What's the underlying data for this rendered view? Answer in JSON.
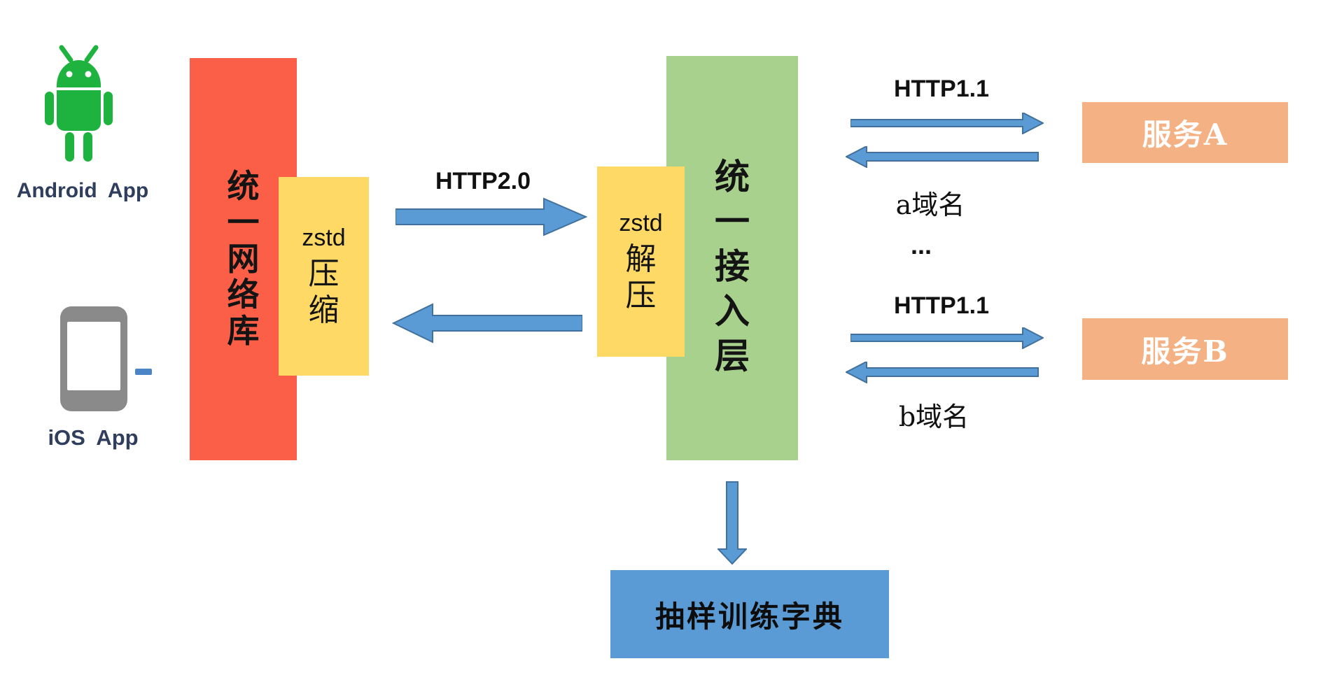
{
  "clients": {
    "android": {
      "label": "Android App"
    },
    "ios": {
      "label": "iOS App"
    }
  },
  "boxes": {
    "network_lib": {
      "label": "统一网络库",
      "color": "#fc5f47"
    },
    "zstd_compress": {
      "title": "zstd",
      "subtitle": "压缩",
      "color": "#ffd966"
    },
    "zstd_decompress": {
      "title": "zstd",
      "subtitle": "解压",
      "color": "#ffd966"
    },
    "access_layer": {
      "label": "统一接入层",
      "color": "#a9d18e"
    },
    "service_a": {
      "label": "服务A",
      "color": "#f4b183"
    },
    "service_b": {
      "label": "服务B",
      "color": "#f4b183"
    },
    "dict_box": {
      "label": "抽样训练字典",
      "color": "#5b9bd5"
    }
  },
  "labels": {
    "http2": "HTTP2.0",
    "http11_a": "HTTP1.1",
    "http11_b": "HTTP1.1",
    "domain_a": "a域名",
    "ellipsis": "...",
    "domain_b": "b域名"
  },
  "arrow_style": {
    "fill": "#5b9bd5",
    "stroke": "#41719c"
  },
  "icon_colors": {
    "android_green": "#1eb23e",
    "phone_gray": "#8a8a8a",
    "dash_blue": "#4a85c8"
  }
}
